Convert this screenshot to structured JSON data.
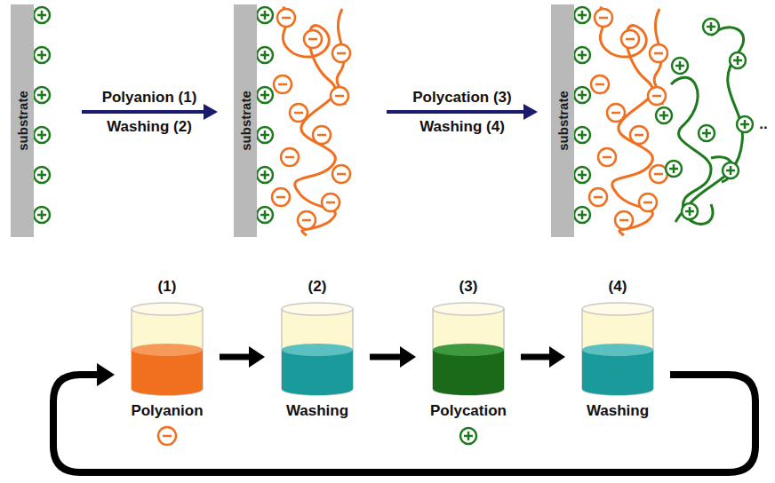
{
  "diagram": {
    "nodes": [
      {
        "text": [
          "substrate"
        ]
      },
      {
        "text": [
          "substrate"
        ]
      },
      {
        "text": [
          "substrate"
        ]
      },
      {
        "text": [
          "(1)",
          "Polyanion"
        ]
      },
      {
        "text": [
          "(2)",
          "Washing"
        ]
      },
      {
        "text": [
          "(3)",
          "Polycation"
        ]
      },
      {
        "text": [
          "(4)",
          "Washing"
        ]
      }
    ],
    "edges": [
      {
        "from": 0,
        "to": 1,
        "arrow": "to"
      },
      {
        "from": 1,
        "to": 2,
        "arrow": "to"
      },
      {
        "from": 3,
        "to": 4,
        "arrow": "to"
      },
      {
        "from": 4,
        "to": 5,
        "arrow": "to"
      },
      {
        "from": 5,
        "to": 6,
        "arrow": "to"
      },
      {
        "from": 6,
        "to": 3,
        "arrow": "to"
      }
    ],
    "labels": [
      "Polyanion (1)",
      "Washing (2)",
      "Polycation (3)",
      "Washing (4)",
      ".."
    ]
  }
}
